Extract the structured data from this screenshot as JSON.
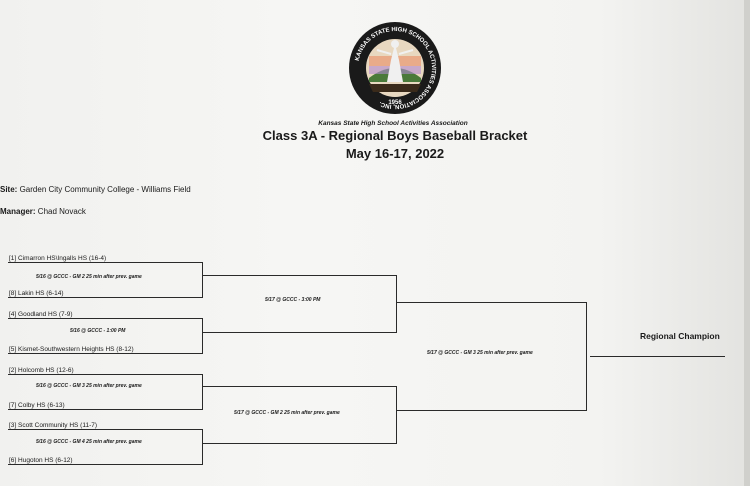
{
  "header": {
    "org": "Kansas State High School Activities Association",
    "title": "Class 3A - Regional Boys Baseball Bracket",
    "date": "May 16-17, 2022"
  },
  "seal": {
    "ring_text": "KANSAS STATE HIGH SCHOOL ACTIVITIES ASSOCIATION, INC.",
    "year": "1956"
  },
  "info": {
    "site_label": "Site:",
    "site_value": "Garden City Community College - Williams Field",
    "manager_label": "Manager:",
    "manager_value": "Chad Novack"
  },
  "teams": [
    "[1] Cimarron HS\\Ingalls HS   (16-4)",
    "[8] Lakin HS  (6-14)",
    "[4] Goodland HS   (7-9)",
    "[5] Kismet-Southwestern Heights HS  (8-12)",
    "[2] Holcomb HS   (12-6)",
    "[7] Colby HS  (6-13)",
    "[3] Scott Community HS   (11-7)",
    "[6] Hugoton HS  (6-12)"
  ],
  "games": {
    "r1": [
      "5/16 @ GCCC - GM 2 25 min after prev. game",
      "5/16 @ GCCC - 1:00 PM",
      "5/16 @ GCCC - GM 3 25 min after prev. game",
      "5/16 @ GCCC - GM 4 25 min after prev. game"
    ],
    "r2": [
      "5/17 @ GCCC - 3:00 PM",
      "5/17 @ GCCC - GM 2 25 min after prev. game"
    ],
    "final": "5/17 @ GCCC - GM 3 25 min after prev. game"
  },
  "champion_label": "Regional Champion"
}
